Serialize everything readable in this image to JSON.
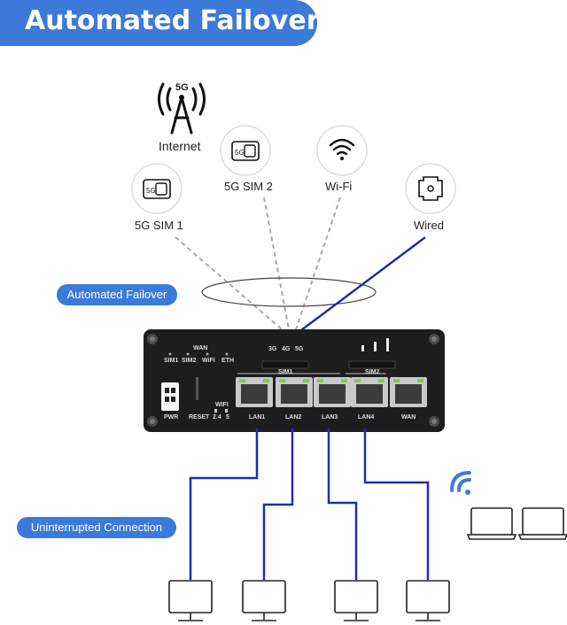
{
  "title": "Automated Failover",
  "pills": {
    "failover": "Automated Failover",
    "uninterrupted": "Uninterrupted Connection"
  },
  "sources": {
    "tower_label": "5G",
    "internet": "Internet",
    "sim1": "5G SIM 1",
    "sim2": "5G SIM 2",
    "wifi": "Wi-Fi",
    "wired": "Wired",
    "sim_chip_text": "5G"
  },
  "router": {
    "top_labels": {
      "sim1": "SIM1",
      "sim2": "SIM2",
      "wan_top": "WAN",
      "wifi": "WiFi",
      "eth": "ETH"
    },
    "signal_labels": {
      "g3": "3G",
      "g4": "4G",
      "g5": "5G"
    },
    "slot_labels": {
      "sim1": "SIM1",
      "sim2": "SIM2"
    },
    "port_labels": [
      "LAN1",
      "LAN2",
      "LAN3",
      "LAN4",
      "WAN"
    ],
    "bottom_labels": {
      "pwr": "PWR",
      "reset": "RESET",
      "wifi": "WIFI",
      "b24": "2.4",
      "b5": "5"
    }
  },
  "colors": {
    "accent": "#3b7ad9",
    "cable": "#1f2fa8",
    "dashed": "#a8a8a8",
    "router_body": "#1d1d1f"
  }
}
